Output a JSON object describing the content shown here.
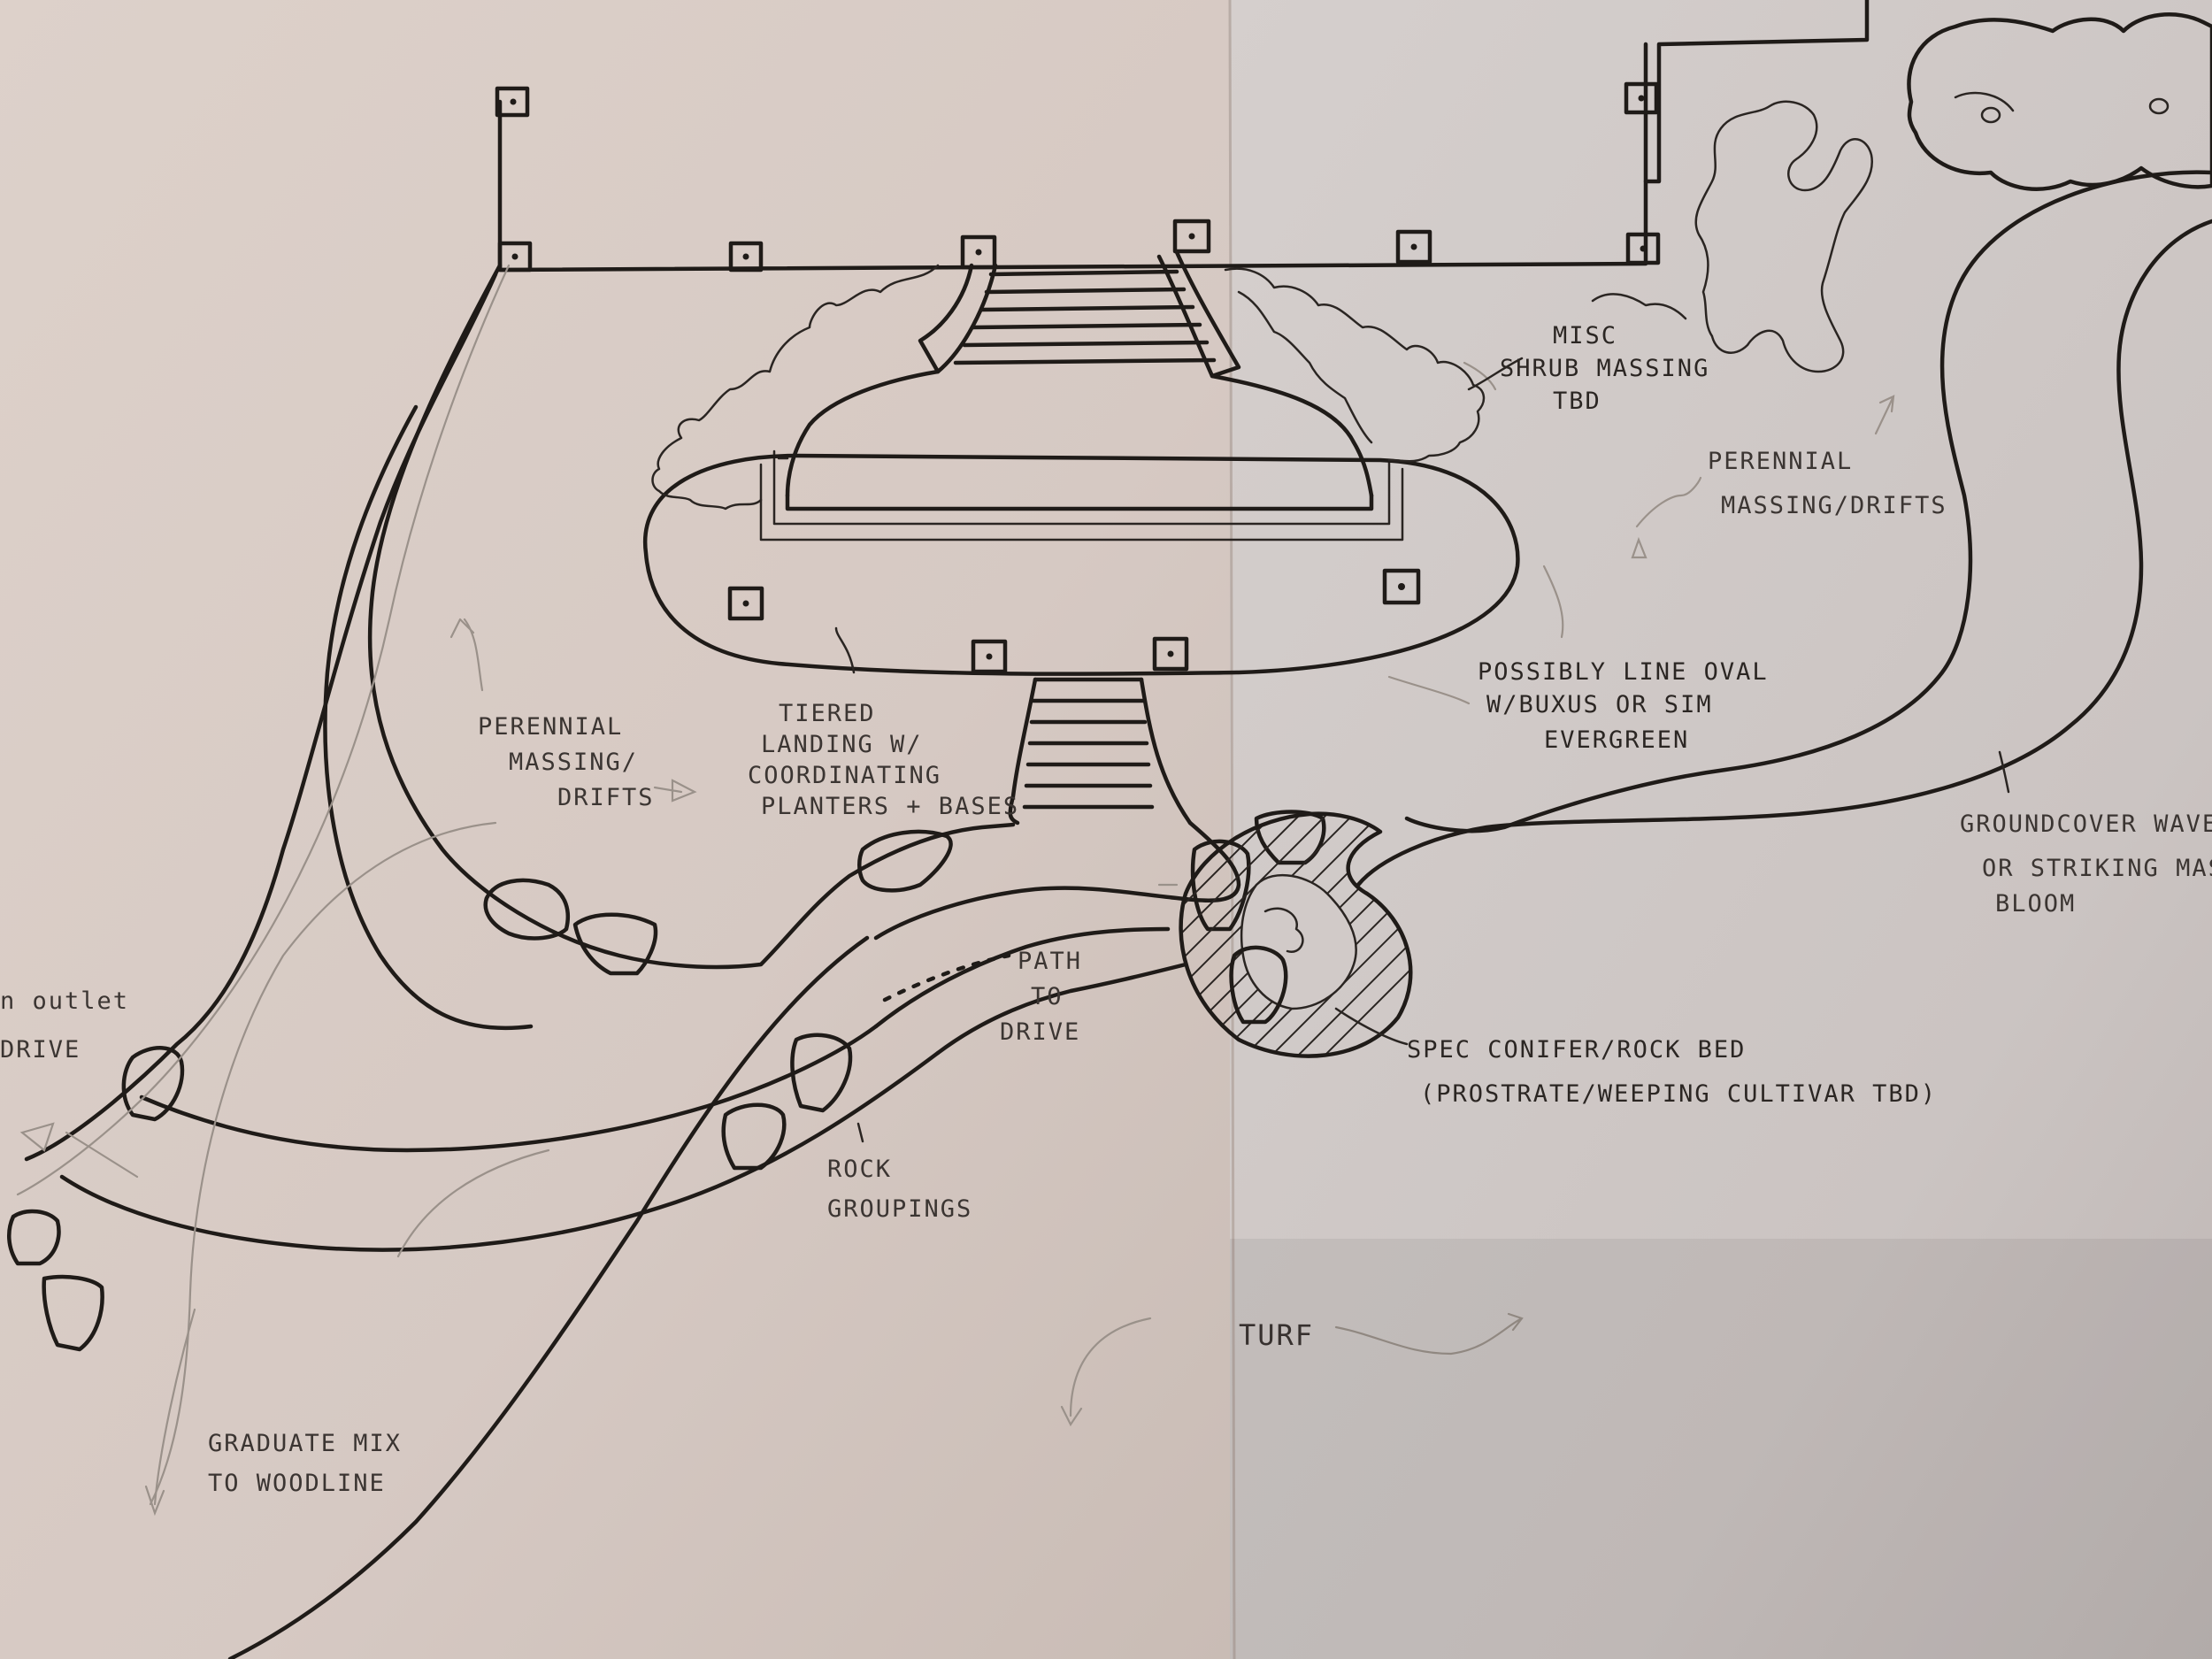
{
  "annotations": {
    "shrub_massing": [
      "MISC",
      "SHRUB MASSING",
      "TBD"
    ],
    "perennial_right": [
      "PERENNIAL",
      "MASSING/DRIFTS"
    ],
    "oval_line": [
      "POSSIBLY LINE OVAL",
      "W/BUXUS OR SIM",
      "EVERGREEN"
    ],
    "groundcover": [
      "GROUNDCOVER WAVE",
      "OR STRIKING MASS",
      "BLOOM"
    ],
    "perennial_left": [
      "PERENNIAL",
      "MASSING/",
      "DRIFTS"
    ],
    "tiered_landing": [
      "TIERED",
      "LANDING W/",
      "COORDINATING",
      "PLANTERS + BASES"
    ],
    "path_to_drive": [
      "PATH",
      "TO",
      "DRIVE"
    ],
    "spec_conifer": [
      "SPEC CONIFER/ROCK BED",
      "(PROSTRATE/WEEPING CULTIVAR TBD)"
    ],
    "rock_groupings": [
      "ROCK",
      "GROUPINGS"
    ],
    "outlet": [
      "n outlet",
      "DRIVE"
    ],
    "turf": "TURF",
    "graduate_mix": [
      "GRADUATE MIX",
      "TO WOODLINE"
    ]
  },
  "colors": {
    "paper_left": "#d8ccc6",
    "paper_right": "#cfc8c6",
    "ink": "#1f1b18",
    "pencil": "#9a918a"
  }
}
